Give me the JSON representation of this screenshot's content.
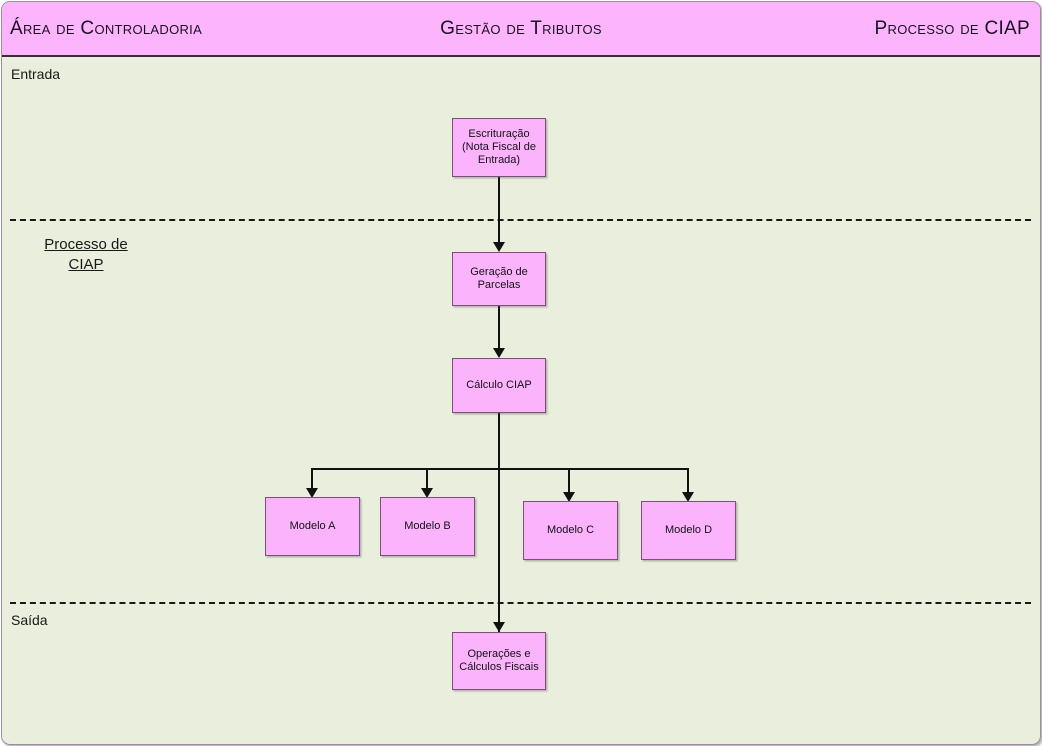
{
  "header": {
    "left": "Área de Controladoria",
    "center": "Gestão de Tributos",
    "right": "Processo de CIAP"
  },
  "lanes": [
    {
      "id": "entrada",
      "label": "Entrada"
    },
    {
      "id": "processo-ciap",
      "label": "Processo de\nCIAP"
    },
    {
      "id": "saida",
      "label": "Saída"
    }
  ],
  "diagram": {
    "type": "flowchart",
    "nodes": [
      {
        "id": "escrituracao",
        "label": "Escrituração\n(Nota Fiscal de\nEntrada)",
        "lane": "entrada"
      },
      {
        "id": "geracao",
        "label": "Geração de\nParcelas",
        "lane": "processo-ciap"
      },
      {
        "id": "calculo",
        "label": "Cálculo CIAP",
        "lane": "processo-ciap"
      },
      {
        "id": "modelo-a",
        "label": "Modelo A",
        "lane": "processo-ciap"
      },
      {
        "id": "modelo-b",
        "label": "Modelo B",
        "lane": "processo-ciap"
      },
      {
        "id": "modelo-c",
        "label": "Modelo C",
        "lane": "processo-ciap"
      },
      {
        "id": "modelo-d",
        "label": "Modelo D",
        "lane": "processo-ciap"
      },
      {
        "id": "operacoes",
        "label": "Operações e\nCálculos Fiscais",
        "lane": "saida"
      }
    ],
    "edges": [
      {
        "from": "escrituracao",
        "to": "geracao"
      },
      {
        "from": "geracao",
        "to": "calculo"
      },
      {
        "from": "calculo",
        "to": "modelo-a"
      },
      {
        "from": "calculo",
        "to": "modelo-b"
      },
      {
        "from": "calculo",
        "to": "modelo-c"
      },
      {
        "from": "calculo",
        "to": "modelo-d"
      },
      {
        "from": "calculo",
        "to": "operacoes"
      }
    ]
  },
  "colors": {
    "header_band": "#fcb5fc",
    "canvas": "#eaeedd",
    "node_fill": "#fbb4fb",
    "node_border": "#7a5078",
    "connector": "#111111"
  }
}
